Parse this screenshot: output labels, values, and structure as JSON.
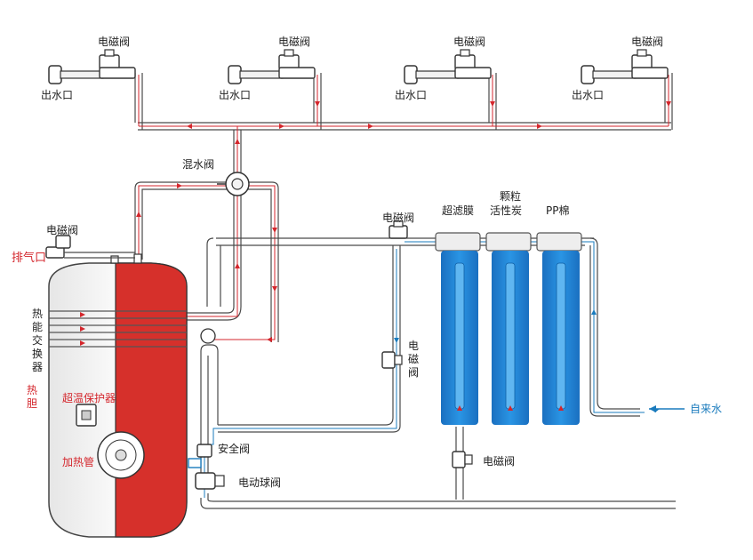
{
  "labels": {
    "solenoid": "电磁阀",
    "outlet": "出水口",
    "mixing_valve": "混水阀",
    "exhaust": "排气口",
    "heat_exchanger": "热能交换器",
    "inner_tank": "热胆",
    "overheat_protector": "超温保护器",
    "heating_tube": "加热管",
    "safety_valve": "安全阀",
    "motor_ball_valve": "电动球阀",
    "uf_membrane": "超滤膜",
    "granular_1": "颗粒",
    "granular_2": "活性炭",
    "pp_cotton": "PP棉",
    "tap_water": "自来水",
    "solenoid_vertical": "电磁阀"
  },
  "colors": {
    "hot_pipe_arrow": "#d4262c",
    "cold_pipe_arrow": "#1a7bbd",
    "tank_core": "#d6302b",
    "filter_body": "#1f86d6",
    "pipe_outline": "#4a4a4a"
  }
}
